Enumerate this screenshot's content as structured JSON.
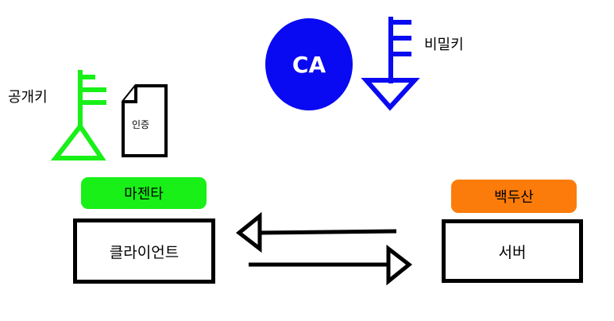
{
  "ca": {
    "label": "CA",
    "color": "#0a0af2"
  },
  "secret_key": {
    "label": "비밀키",
    "icon": "key-icon",
    "color": "#0a0af2"
  },
  "public_key": {
    "label": "공개키",
    "icon": "key-icon",
    "color": "#18f018"
  },
  "certificate": {
    "label": "인증",
    "icon": "document-icon"
  },
  "client": {
    "tag": "마젠타",
    "tag_color": "#18f018",
    "label": "클라이언트"
  },
  "server": {
    "tag": "백두산",
    "tag_color": "#fb7c0a",
    "label": "서버"
  },
  "arrows": {
    "icon_top": "arrow-left-icon",
    "icon_bottom": "arrow-right-icon"
  }
}
